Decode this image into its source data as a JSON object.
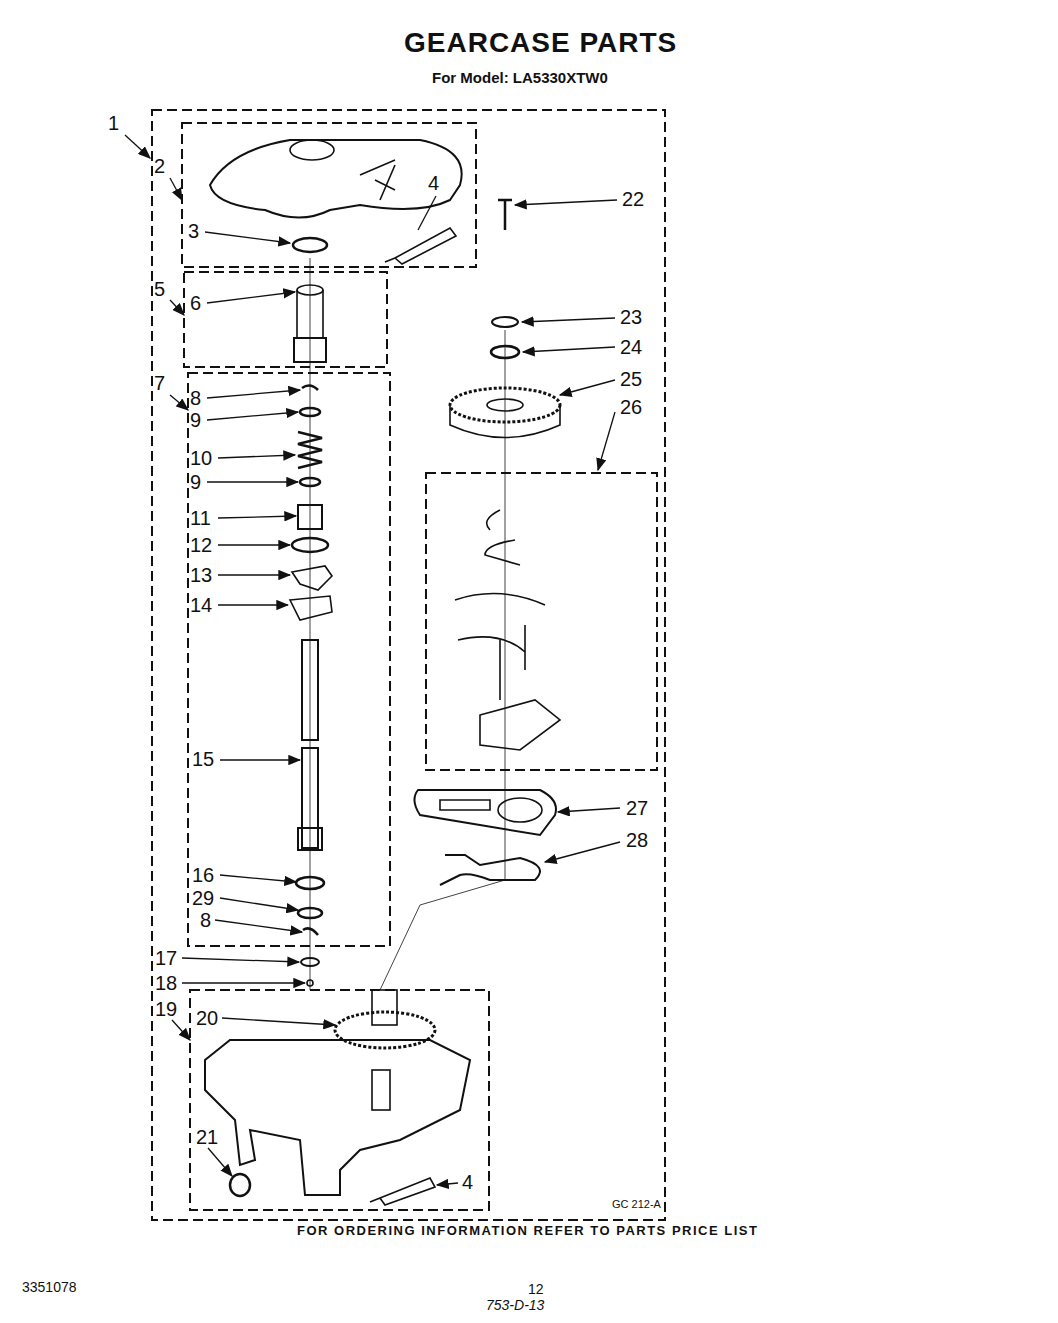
{
  "diagram": {
    "title": "GEARCASE PARTS",
    "caption": "FOR ORDERING INFORMATION REFER TO PARTS PRICE LIST",
    "labels": [
      "For Model: LA5330XTW0",
      "1",
      "2",
      "4",
      "22",
      "3",
      "5",
      "6",
      "23",
      "24",
      "7",
      "25",
      "8",
      "26",
      "9",
      "10",
      "9",
      "11",
      "12",
      "13",
      "14",
      "15",
      "27",
      "28",
      "16",
      "29",
      "8",
      "17",
      "18",
      "19",
      "20",
      "21",
      "4",
      "GC 212-A",
      "3351078",
      "12",
      "753-D-13"
    ]
  }
}
